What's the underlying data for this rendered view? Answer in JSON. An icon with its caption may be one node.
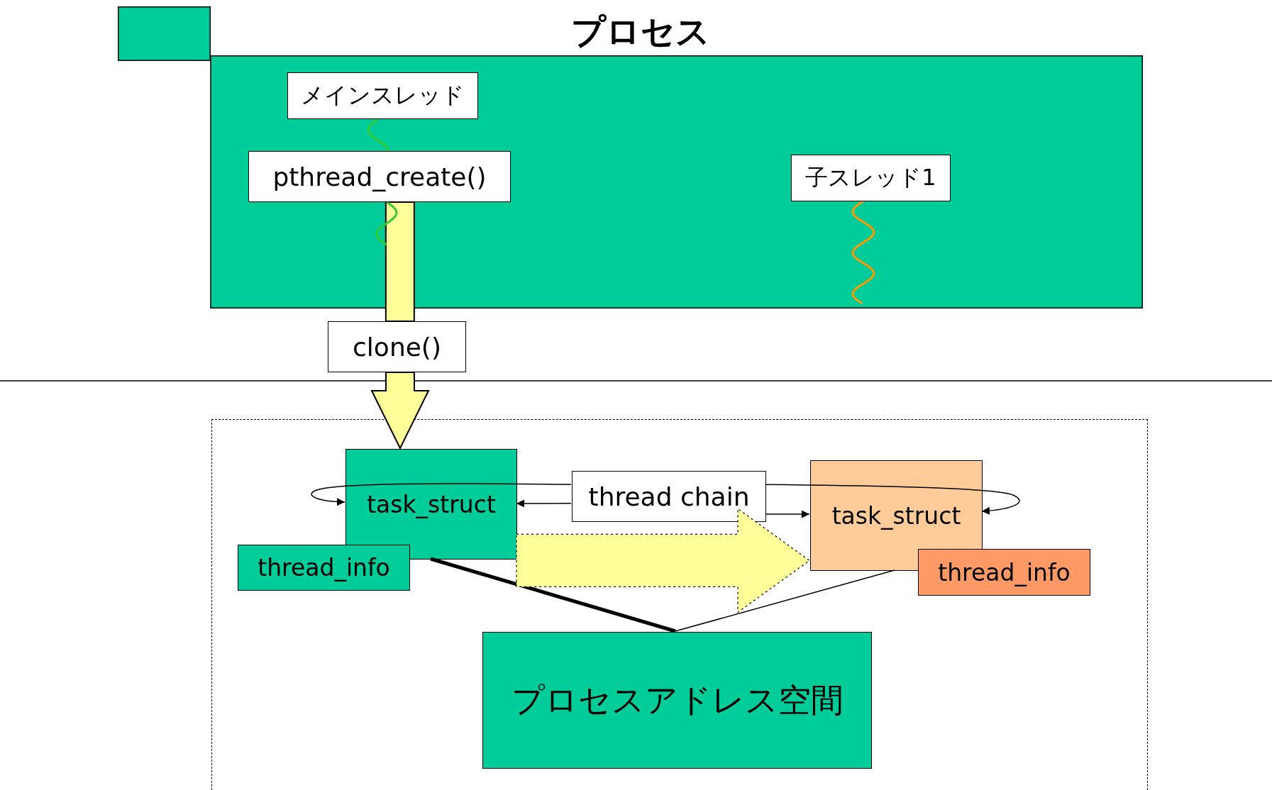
{
  "diagram": {
    "nodes": [
      {
        "text": [
          "プロセス"
        ]
      },
      {
        "text": [
          "メインスレッド"
        ],
        "in": 0
      },
      {
        "text": [
          "pthread_create()"
        ],
        "in": 0
      },
      {
        "text": [
          "子スレッド1"
        ],
        "in": 0
      },
      {
        "text": [
          "clone()"
        ]
      },
      {
        "text": [],
        "shape": "box"
      },
      {
        "text": [
          "task_struct"
        ],
        "in": 5
      },
      {
        "text": [
          "thread chain"
        ],
        "in": 5
      },
      {
        "text": [
          "task_struct"
        ],
        "in": 5
      },
      {
        "text": [
          "thread_info"
        ],
        "in": 5
      },
      {
        "text": [
          "thread_info"
        ],
        "in": 5
      },
      {
        "text": [
          "プロセスアドレス空間"
        ],
        "in": 5
      }
    ],
    "edges": [
      {
        "from": 2,
        "to": 4,
        "arrow": "none",
        "style": "thick",
        "color": "#ffff99"
      },
      {
        "from": 4,
        "to": 6,
        "arrow": "to",
        "style": "thick",
        "color": "#ffff99"
      },
      {
        "from": 7,
        "to": 6,
        "arrow": "to"
      },
      {
        "from": 7,
        "to": 8,
        "arrow": "to"
      },
      {
        "from": 7,
        "to": 6,
        "arrow": "to"
      },
      {
        "from": 7,
        "to": 8,
        "arrow": "to"
      },
      {
        "from": 6,
        "to": 11,
        "arrow": "none",
        "style": "thick"
      },
      {
        "from": 8,
        "to": 11,
        "arrow": "none"
      },
      {
        "from": 6,
        "to": 8,
        "arrow": "to",
        "style": "dashed",
        "color": "#ffff99"
      },
      {
        "from": 1,
        "to": 2,
        "arrow": "none",
        "color": "#33cc33"
      },
      {
        "from": 2,
        "to": null,
        "arrow": "none",
        "color": "#33cc33"
      },
      {
        "from": 3,
        "to": null,
        "arrow": "none",
        "color": "#ff9900"
      }
    ]
  }
}
